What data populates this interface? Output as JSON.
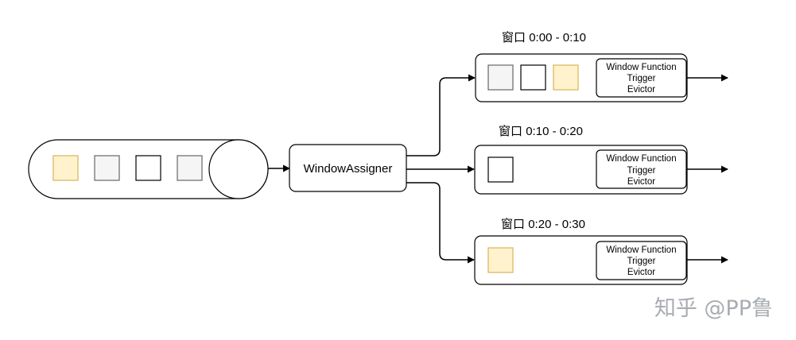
{
  "assigner": {
    "label": "WindowAssigner"
  },
  "windows": [
    {
      "title": "窗口 0:00 - 0:10",
      "function_lines": [
        "Window Function",
        "Trigger",
        "Evictor"
      ],
      "element_fills": [
        "#f5f5f5",
        "#ffffff",
        "#fff2cc"
      ]
    },
    {
      "title": "窗口 0:10 - 0:20",
      "function_lines": [
        "Window Function",
        "Trigger",
        "Evictor"
      ],
      "element_fills": [
        "#ffffff"
      ]
    },
    {
      "title": "窗口 0:20 - 0:30",
      "function_lines": [
        "Window Function",
        "Trigger",
        "Evictor"
      ],
      "element_fills": [
        "#fff2cc"
      ]
    }
  ],
  "stream": {
    "element_fills": [
      "#fff2cc",
      "#f5f5f5",
      "#ffffff",
      "#f5f5f5"
    ]
  },
  "watermark": "知乎 @PP鲁",
  "colors": {
    "stroke": "#000000",
    "yellow_fill": "#fff2cc",
    "yellow_stroke": "#d6b656",
    "gray_fill": "#f5f5f5",
    "gray_stroke": "#666666",
    "watermark": "#a9adb2"
  }
}
